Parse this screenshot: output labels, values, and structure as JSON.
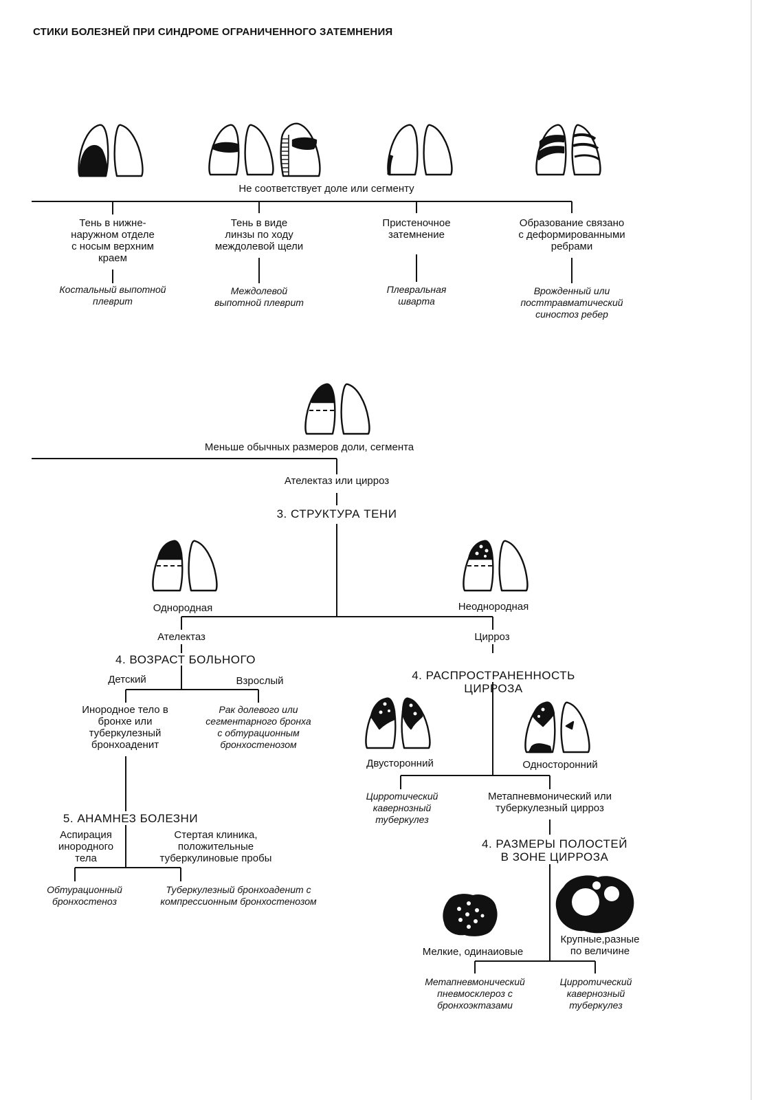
{
  "title": "СТИКИ БОЛЕЗНЕЙ ПРИ СИНДРОМЕ ОГРАНИЧЕННОГО ЗАТЕМНЕНИЯ",
  "block1": {
    "header": "Не соответствует доле или сегменту",
    "branches": [
      {
        "label": "Тень в нижне-\nнаружном отделе\nс носым верхним\nкраем",
        "result": "Костальный выпотной\nплеврит"
      },
      {
        "label": "Тень в виде\nлинзы по ходу\nмеждолевой щели",
        "result": "Междолевой\nвыпотной плеврит"
      },
      {
        "label": "Пристеночное\nзатемнение",
        "result": "Плевральная\nшварта"
      },
      {
        "label": "Образование связано\nс деформированными\nребрами",
        "result": "Врожденный или\nпосттравматический\nсиностоз ребер"
      }
    ]
  },
  "block2": {
    "header": "Меньше обычных размеров доли, сегмента",
    "sub": "Ателектаз или цирроз",
    "step3": "3. СТРУКТУРА ТЕНИ",
    "homogeneous": "Однородная",
    "heterogeneous": "Неоднородная",
    "atelectasis": "Ателектаз",
    "cirrhosis": "Цирроз",
    "age_heading": "4. ВОЗРАСТ БОЛЬНОГО",
    "child": "Детский",
    "adult": "Взрослый",
    "child_result": "Инородное тело в\nбронхе или\nтуберкулезный\nбронхоаденит",
    "adult_result": "Рак долевого или\nсегментарного бронха\nс обтурационным\nбронхостенозом",
    "anamnesis_heading": "5. АНАМНЕЗ БОЛЕЗНИ",
    "aspiration": "Аспирация\nинородного\nтела",
    "erased_clinic": "Стертая клиника,\nположительные\nтуберкулиновые пробы",
    "obturation": "Обтурационный\nбронхостеноз",
    "tb_adenitis": "Туберкулезный бронхоаденит с\nкомпрессионным бронхостенозом",
    "spread_heading": "4. РАСПРОСТРАНЕННОСТЬ\nЦИРРОЗА",
    "bilateral": "Двусторонний",
    "unilateral": "Односторонний",
    "bilateral_result": "Цирротический\nкавернозный\nтуберкулез",
    "unilateral_result": "Метапневмонический или\nтуберкулезный цирроз",
    "cavity_heading": "4. РАЗМЕРЫ ПОЛОСТЕЙ\nВ ЗОНЕ ЦИРРОЗА",
    "small": "Мелкие, одинаиовые",
    "large": "Крупные,разные\nпо величине",
    "small_result": "Метапневмонический\nпневмосклероз с\nбронхоэктазами",
    "large_result": "Цирротический\nкавернозный\nтуберкулез"
  }
}
